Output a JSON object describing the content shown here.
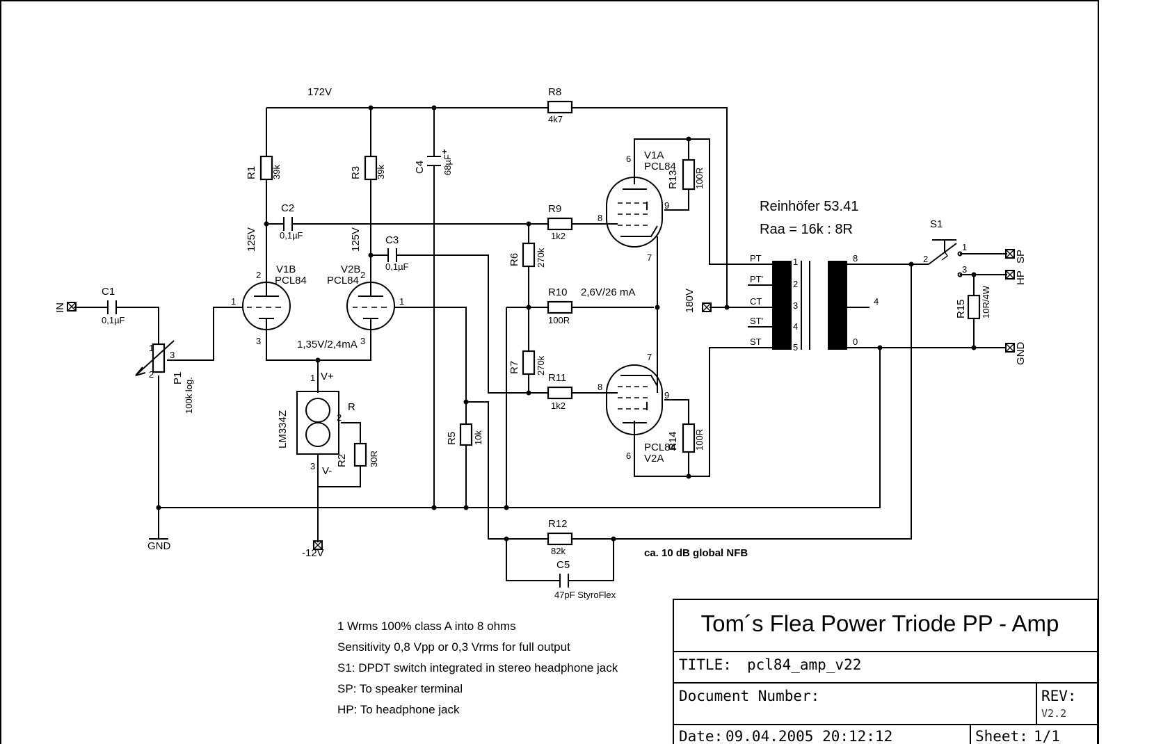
{
  "title_block": {
    "project_title": "Tom´s Flea Power Triode PP - Amp",
    "title_label": "TITLE:",
    "title_value": "pcl84_amp_v22",
    "doc_number_label": "Document Number:",
    "rev_label": "REV:",
    "rev_value": "V2.2",
    "date_label": "Date:",
    "date_value": "09.04.2005 20:12:12",
    "sheet_label": "Sheet:",
    "sheet_value": "1/1"
  },
  "notes": [
    "1 Wrms 100% class A into 8 ohms",
    "Sensitivity 0,8 Vpp or 0,3 Vrms for full output",
    "S1: DPDT switch integrated in stereo headphone jack",
    "SP: To speaker terminal",
    "HP: To headphone jack"
  ],
  "annotations": {
    "transformer_name": "Reinhöfer 53.41",
    "transformer_ratio": "Raa = 16k : 8R",
    "nfb": "ca. 10 dB global NFB",
    "v_172": "172V",
    "v_125a": "125V",
    "v_125b": "125V",
    "bias": "1,35V/2,4mA",
    "cathode": "2,6V/26 mA",
    "v_180": "180V"
  },
  "connectors": {
    "in": "IN",
    "gnd_left": "GND",
    "neg12": "-12V",
    "sp": "SP",
    "hp": "HP",
    "gnd_right": "GND"
  },
  "components": {
    "r1": {
      "name": "R1",
      "value": "39k"
    },
    "r2": {
      "name": "R2",
      "value": "30R"
    },
    "r3": {
      "name": "R3",
      "value": "39k"
    },
    "r5": {
      "name": "R5",
      "value": "10k"
    },
    "r6": {
      "name": "R6",
      "value": "270k"
    },
    "r7": {
      "name": "R7",
      "value": "270k"
    },
    "r8": {
      "name": "R8",
      "value": "4k7"
    },
    "r9": {
      "name": "R9",
      "value": "1k2"
    },
    "r10": {
      "name": "R10",
      "value": "100R"
    },
    "r11": {
      "name": "R11",
      "value": "1k2"
    },
    "r12": {
      "name": "R12",
      "value": "82k"
    },
    "r13": {
      "name": "R13",
      "value": "100R"
    },
    "r14": {
      "name": "R14",
      "value": "100R"
    },
    "r15": {
      "name": "R15",
      "value": "10R/4W"
    },
    "c1": {
      "name": "C1",
      "value": "0,1µF"
    },
    "c2": {
      "name": "C2",
      "value": "0,1µF"
    },
    "c3": {
      "name": "C3",
      "value": "0,1µF"
    },
    "c4": {
      "name": "C4",
      "value": "68µF"
    },
    "c5": {
      "name": "C5",
      "value": "47pF StyroFlex"
    },
    "p1": {
      "name": "P1",
      "value": "100k log."
    },
    "v1a": {
      "name": "V1A",
      "type": "PCL84"
    },
    "v1b": {
      "name": "V1B",
      "type": "PCL84"
    },
    "v2a": {
      "name": "V2A",
      "type": "PCL84"
    },
    "v2b": {
      "name": "V2B",
      "type": "PCL84"
    },
    "lm": {
      "name": "LM334Z",
      "pin_vplus": "V+",
      "pin_vminus": "V-",
      "pin_r": "R"
    },
    "s1": {
      "name": "S1"
    }
  },
  "transformer_pins": {
    "pt": "PT",
    "pt2": "PT'",
    "ct": "CT",
    "st2": "ST'",
    "st": "ST",
    "s8": "8",
    "s4": "4",
    "s0": "0",
    "p1": "1",
    "p2": "2",
    "p3": "3",
    "p4": "4",
    "p5": "5"
  }
}
